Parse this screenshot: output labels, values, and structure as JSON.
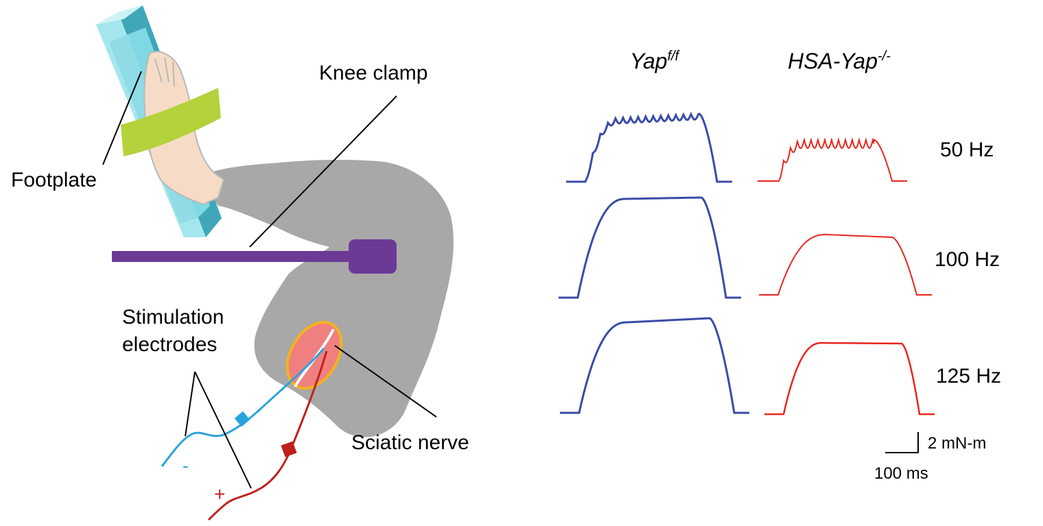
{
  "labels": {
    "footplate": "Footplate",
    "knee_clamp": "Knee clamp",
    "stimulation_line1": "Stimulation",
    "stimulation_line2": "electrodes",
    "sciatic_nerve": "Sciatic nerve",
    "minus": "-",
    "plus": "+"
  },
  "columns": {
    "control": {
      "base": "Yap",
      "sup": "f/f"
    },
    "knockout": {
      "base": "HSA-Yap",
      "sup": "-/-"
    }
  },
  "rows": [
    "50 Hz",
    "100 Hz",
    "125 Hz"
  ],
  "scale_bar": {
    "y_label": "2 mN-m",
    "x_label": "100 ms"
  },
  "colors": {
    "control_trace": "#3a4aa8",
    "knockout_trace": "#e8261e",
    "footplate": "#6fd0de",
    "leg": "#a9a8a8",
    "foot": "#f6dcc6",
    "band": "#b4d23c",
    "clamp": "#6c3a96",
    "muscle": "#f08080",
    "muscle_outline": "#f2b41c",
    "electrode_minus": "#2aa3dc",
    "electrode_plus": "#c0201c"
  }
}
